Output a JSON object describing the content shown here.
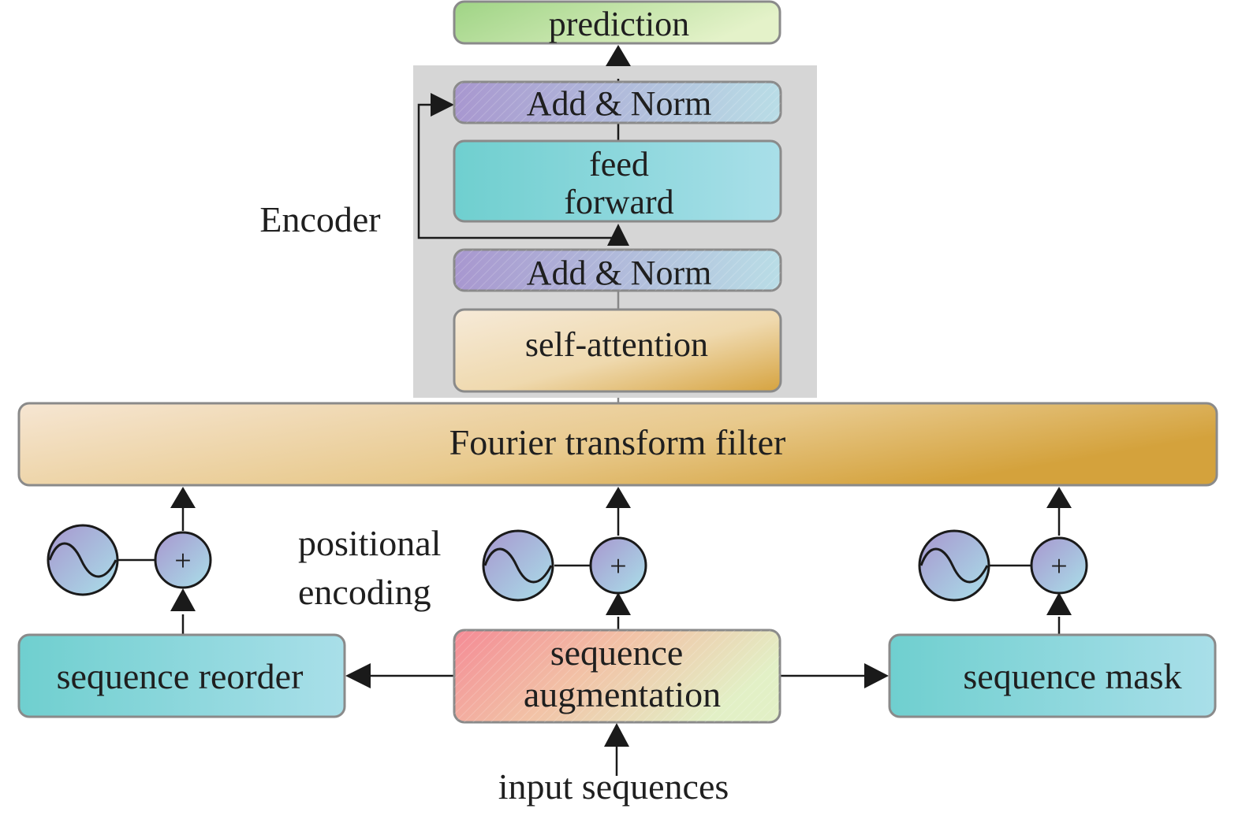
{
  "diagram": {
    "encoder_label": "Encoder",
    "positional_label_line1": "positional",
    "positional_label_line2": "encoding",
    "blocks": {
      "prediction": "prediction",
      "add_norm_top": "Add & Norm",
      "feed_forward_line1": "feed",
      "feed_forward_line2": "forward",
      "add_norm_bottom": "Add & Norm",
      "self_attention": "self-attention",
      "fourier_filter": "Fourier transform filter",
      "sequence_reorder": "sequence reorder",
      "sequence_augmentation_line1": "sequence",
      "sequence_augmentation_line2": "augmentation",
      "sequence_mask": "sequence mask"
    },
    "input_label": "input sequences",
    "plus_symbol": "+",
    "colors": {
      "encoder_bg": "#d6d6d6",
      "prediction": [
        "#9fd485",
        "#e4f2c9"
      ],
      "add_norm": [
        "#a897cf",
        "#b9dde6"
      ],
      "feed_forward": [
        "#6fcfcf",
        "#a9dfe9"
      ],
      "self_attention": [
        "#f6ead8",
        "#d6a33f"
      ],
      "fourier_filter": [
        "#f6e6d3",
        "#d4a23c"
      ],
      "sequence_blue": [
        "#6fcfcf",
        "#a9dfe9"
      ],
      "augmentation": [
        "#f48a95",
        "#e2f0c6"
      ],
      "circle": [
        "#a897cf",
        "#a9dfe9"
      ],
      "stroke": "#8a8a8a",
      "arrow": "#1a1a1a"
    }
  }
}
